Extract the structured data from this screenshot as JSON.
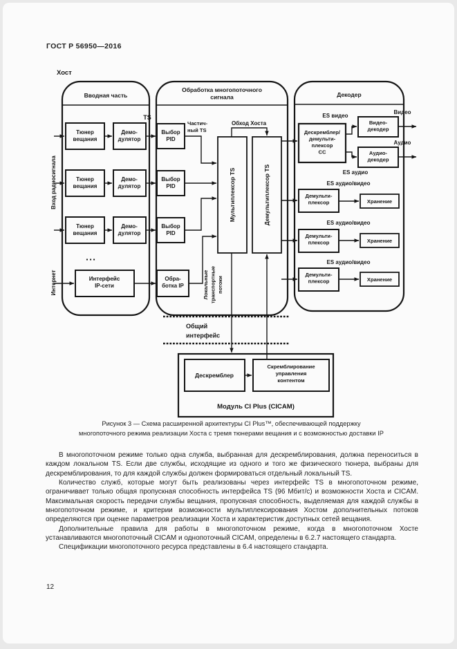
{
  "colors": {
    "ink": "#151515",
    "page_bg": "#fbfbfb"
  },
  "page": {
    "header": "ГОСТ Р 56950—2016",
    "page_number": "12"
  },
  "d": {
    "host_label": "Хост",
    "ts_label": "TS",
    "left": {
      "radio": "Вход радиосигнала",
      "internet": "Интернет"
    },
    "panels": {
      "input": "Вводная часть",
      "processing": [
        "Обработка многопоточного",
        "сигнала"
      ],
      "decoder": "Декодер"
    },
    "blocks": {
      "tuner": [
        "Тюнер",
        "вещания"
      ],
      "demod": [
        "Демо-",
        "дулятор"
      ],
      "pid": [
        "Выбор",
        "PID"
      ],
      "ip_iface": [
        "Интерфейс",
        "IP-сети"
      ],
      "ip_proc": [
        "Обра-",
        "ботка IP"
      ],
      "mux": "Мультиплексор TS",
      "demux": "Демультиплексор TS",
      "cc": [
        "Дескремблер/",
        "демульти-",
        "плексор",
        "СС"
      ],
      "video_dec": [
        "Видео-",
        "декодер"
      ],
      "audio_dec": [
        "Аудио-",
        "декодер"
      ],
      "demux2": [
        "Демульти-",
        "плексор"
      ],
      "storage": "Хранение",
      "descrambler": "Дескремблер",
      "scrambling": [
        "Скремблирование",
        "управления",
        "контентом"
      ]
    },
    "labels": {
      "partial_ts": [
        "Частич-",
        "ный TS"
      ],
      "bypass": "Обход Хоста",
      "local_ts": [
        "Локальные",
        "транспортные",
        "потоки"
      ],
      "es_video": "ES видео",
      "es_audio": "ES аудио",
      "es_av": "ES аудио/видео",
      "video": "Видео",
      "audio": "Аудио",
      "common_iface": [
        "Общий",
        "интерфейс"
      ],
      "cicam": "Модуль CI Plus (CICAM)",
      "dots": "▪ ▪ ▪"
    }
  },
  "caption": {
    "line1": "Рисунок 3 — Схема расширенной архитектуры CI Plus™, обеспечивающей поддержку",
    "line2": "многопоточного режима реализации Хоста с тремя тюнерами вещания и с возможностью доставки IP"
  },
  "body": {
    "p1": "В многопоточном режиме только одна служба, выбранная для дескремблирования, должна переноситься в каждом локальном TS. Если две службы, исходящие из одного и того же физического тюнера, выбраны для дескремблирования, то для каждой службы должен формироваться отдельный локальный TS.",
    "p2": "Количество служб, которые могут быть реализованы через интерфейс TS в многопоточном режиме, ограничивает только общая пропускная способность интерфейса TS (96 Мбит/с) и возможности Хоста и CICAM. Максимальная скорость передачи службы вещания, пропускная способность, выделяемая для каждой службы в многопоточном режиме, и критерии возможности мультиплексирования Хостом дополнительных потоков определяются при оценке параметров реализации Хоста и характеристик доступных сетей вещания.",
    "p3": "Дополнительные правила для работы в многопоточном режиме, когда в многопоточном Хосте устанавливаются многопоточный CICAM и однопоточный CICAM, определены в 6.2.7 настоящего стандарта.",
    "p4": "Спецификации многопоточного ресурса представлены в 6.4 настоящего стандарта."
  }
}
